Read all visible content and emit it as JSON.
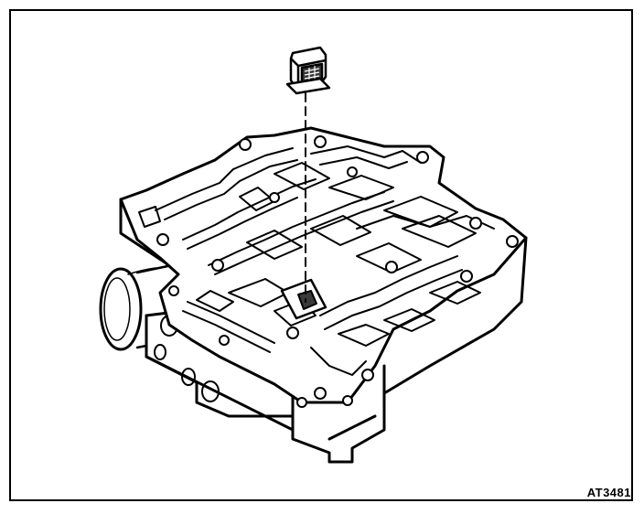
{
  "figure": {
    "id": "AT3481"
  },
  "colors": {
    "ink": "#000000",
    "paper": "#ffffff",
    "shade": "#3a3a3a"
  },
  "parts": [
    {
      "name": "filter-cap",
      "icon": "screen-filter-icon"
    },
    {
      "name": "valve-body",
      "icon": "valve-body-icon"
    },
    {
      "name": "accumulator-housing",
      "icon": "cylinder-icon"
    }
  ]
}
